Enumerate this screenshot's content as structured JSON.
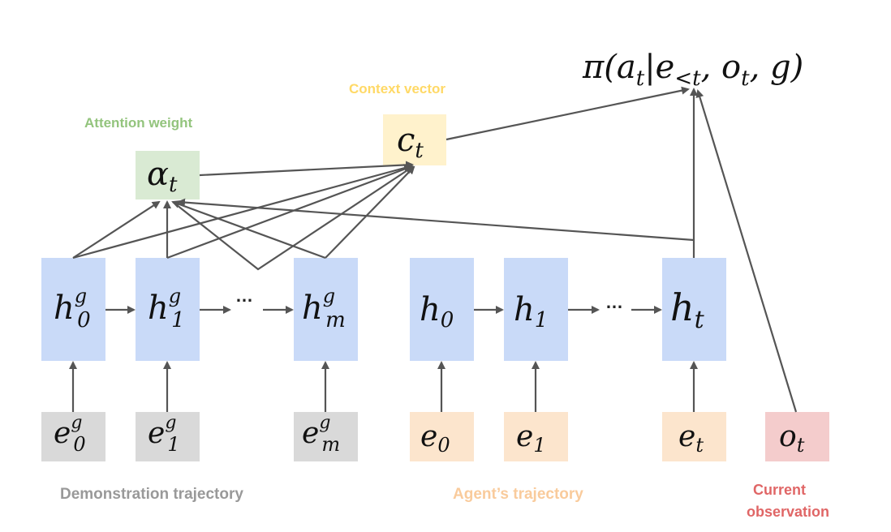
{
  "title": {
    "base": "π(a",
    "sub_t": "t",
    "bar": "|e",
    "sub_lt": "<t",
    "rest1": ", o",
    "sub_t2": "t",
    "rest2": ", g)"
  },
  "labels": {
    "context_vector": "Context vector",
    "attention_weight": "Attention weight",
    "demonstration": "Demonstration trajectory",
    "agent": "Agent’s trajectory",
    "current_line1": "Current",
    "current_line2": "observation"
  },
  "colors": {
    "blue_box": "#c9daf8",
    "gray_box": "#d9d9d9",
    "peach_box": "#fce5cd",
    "pink_box": "#f4cccc",
    "green_box": "#d9ead3",
    "yellow_box": "#fff2cc",
    "label_gray": "#999999",
    "label_peach": "#f9cb9c",
    "label_pink": "#e06666",
    "label_green": "#93c47d",
    "label_yellow": "#ffd966"
  },
  "nodes": {
    "alpha": {
      "base": "α",
      "sub": "t"
    },
    "context": {
      "base": "c",
      "sub": "t"
    },
    "h0g": {
      "base": "h",
      "sup": "g",
      "sub": "0"
    },
    "h1g": {
      "base": "h",
      "sup": "g",
      "sub": "1"
    },
    "hmg": {
      "base": "h",
      "sup": "g",
      "sub": "m"
    },
    "h0": {
      "base": "h",
      "sub": "0"
    },
    "h1": {
      "base": "h",
      "sub": "1"
    },
    "ht": {
      "base": "h",
      "sub": "t"
    },
    "e0g": {
      "base": "e",
      "sup": "g",
      "sub": "0"
    },
    "e1g": {
      "base": "e",
      "sup": "g",
      "sub": "1"
    },
    "emg": {
      "base": "e",
      "sup": "g",
      "sub": "m"
    },
    "e0": {
      "base": "e",
      "sub": "0"
    },
    "e1": {
      "base": "e",
      "sub": "1"
    },
    "et": {
      "base": "e",
      "sub": "t"
    },
    "ot": {
      "base": "o",
      "sub": "t"
    }
  },
  "ellipsis": "…"
}
